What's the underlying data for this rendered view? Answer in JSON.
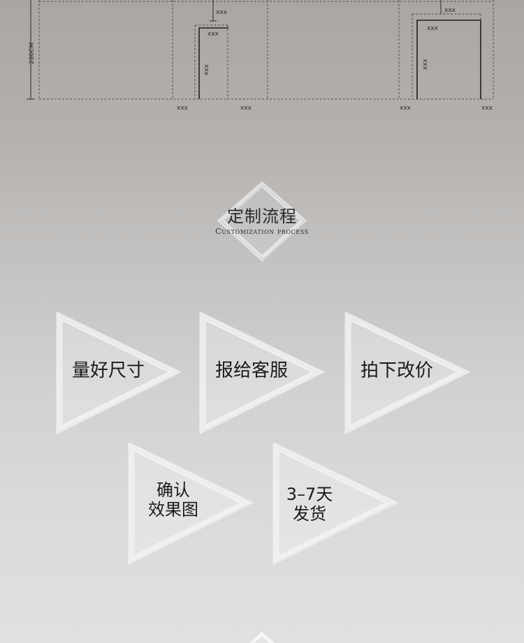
{
  "diagram": {
    "dim_label": "xxx",
    "height_label": "280CM"
  },
  "section": {
    "title_zh": "定制流程",
    "title_en": "Customization process"
  },
  "steps": [
    {
      "lines": [
        "量好尺寸"
      ]
    },
    {
      "lines": [
        "报给客服"
      ]
    },
    {
      "lines": [
        "拍下改价"
      ]
    },
    {
      "lines": [
        "确认",
        "效果图"
      ]
    },
    {
      "lines": [
        "3–7天",
        "发货"
      ]
    }
  ],
  "colors": {
    "accent_white": "#f2f2f2",
    "text": "#1a1a1a"
  }
}
